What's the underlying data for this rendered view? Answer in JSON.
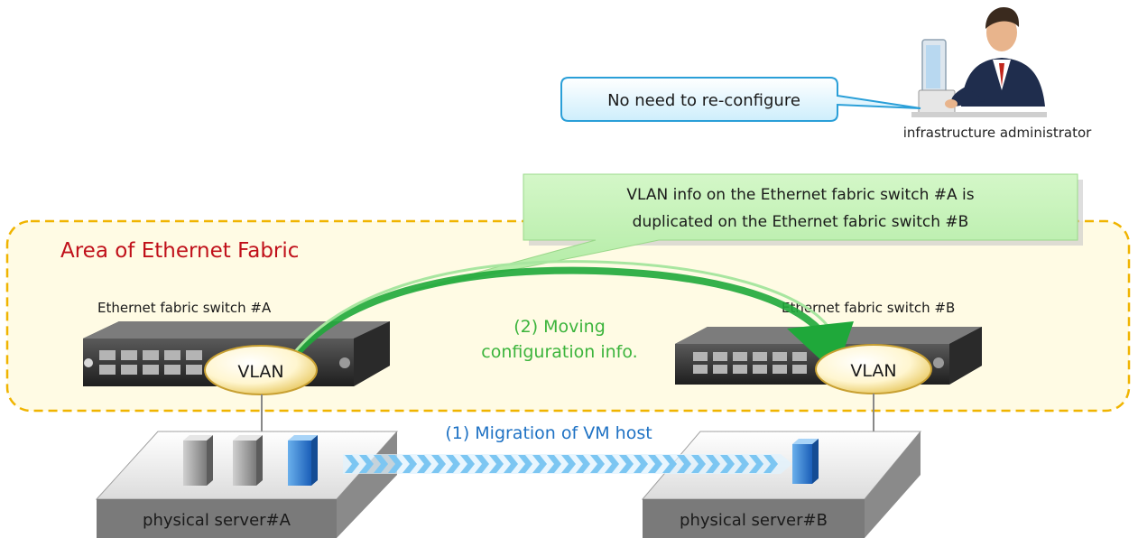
{
  "admin": {
    "callout": "No need to re-configure",
    "label": "infrastructure administrator"
  },
  "fabric": {
    "area_title": "Area of Ethernet Fabric",
    "info_line1": "VLAN  info on the Ethernet fabric switch #A is",
    "info_line2": "duplicated on the Ethernet fabric switch #B",
    "switch_a_label": "Ethernet fabric switch #A",
    "switch_b_label": "Ethernet fabric switch #B",
    "vlan_a": "VLAN",
    "vlan_b": "VLAN",
    "moving_line1": "(2) Moving",
    "moving_line2": "configuration info."
  },
  "servers": {
    "migration_label": "(1) Migration of VM host",
    "server_a_label": "physical server#A",
    "server_b_label": "physical server#B"
  },
  "colors": {
    "fabric_title": "#c0101a",
    "moving_text": "#3cb43c",
    "migration_text": "#1f72c4",
    "callout_border": "#2a9fd8",
    "fabric_border": "#f0b400"
  }
}
